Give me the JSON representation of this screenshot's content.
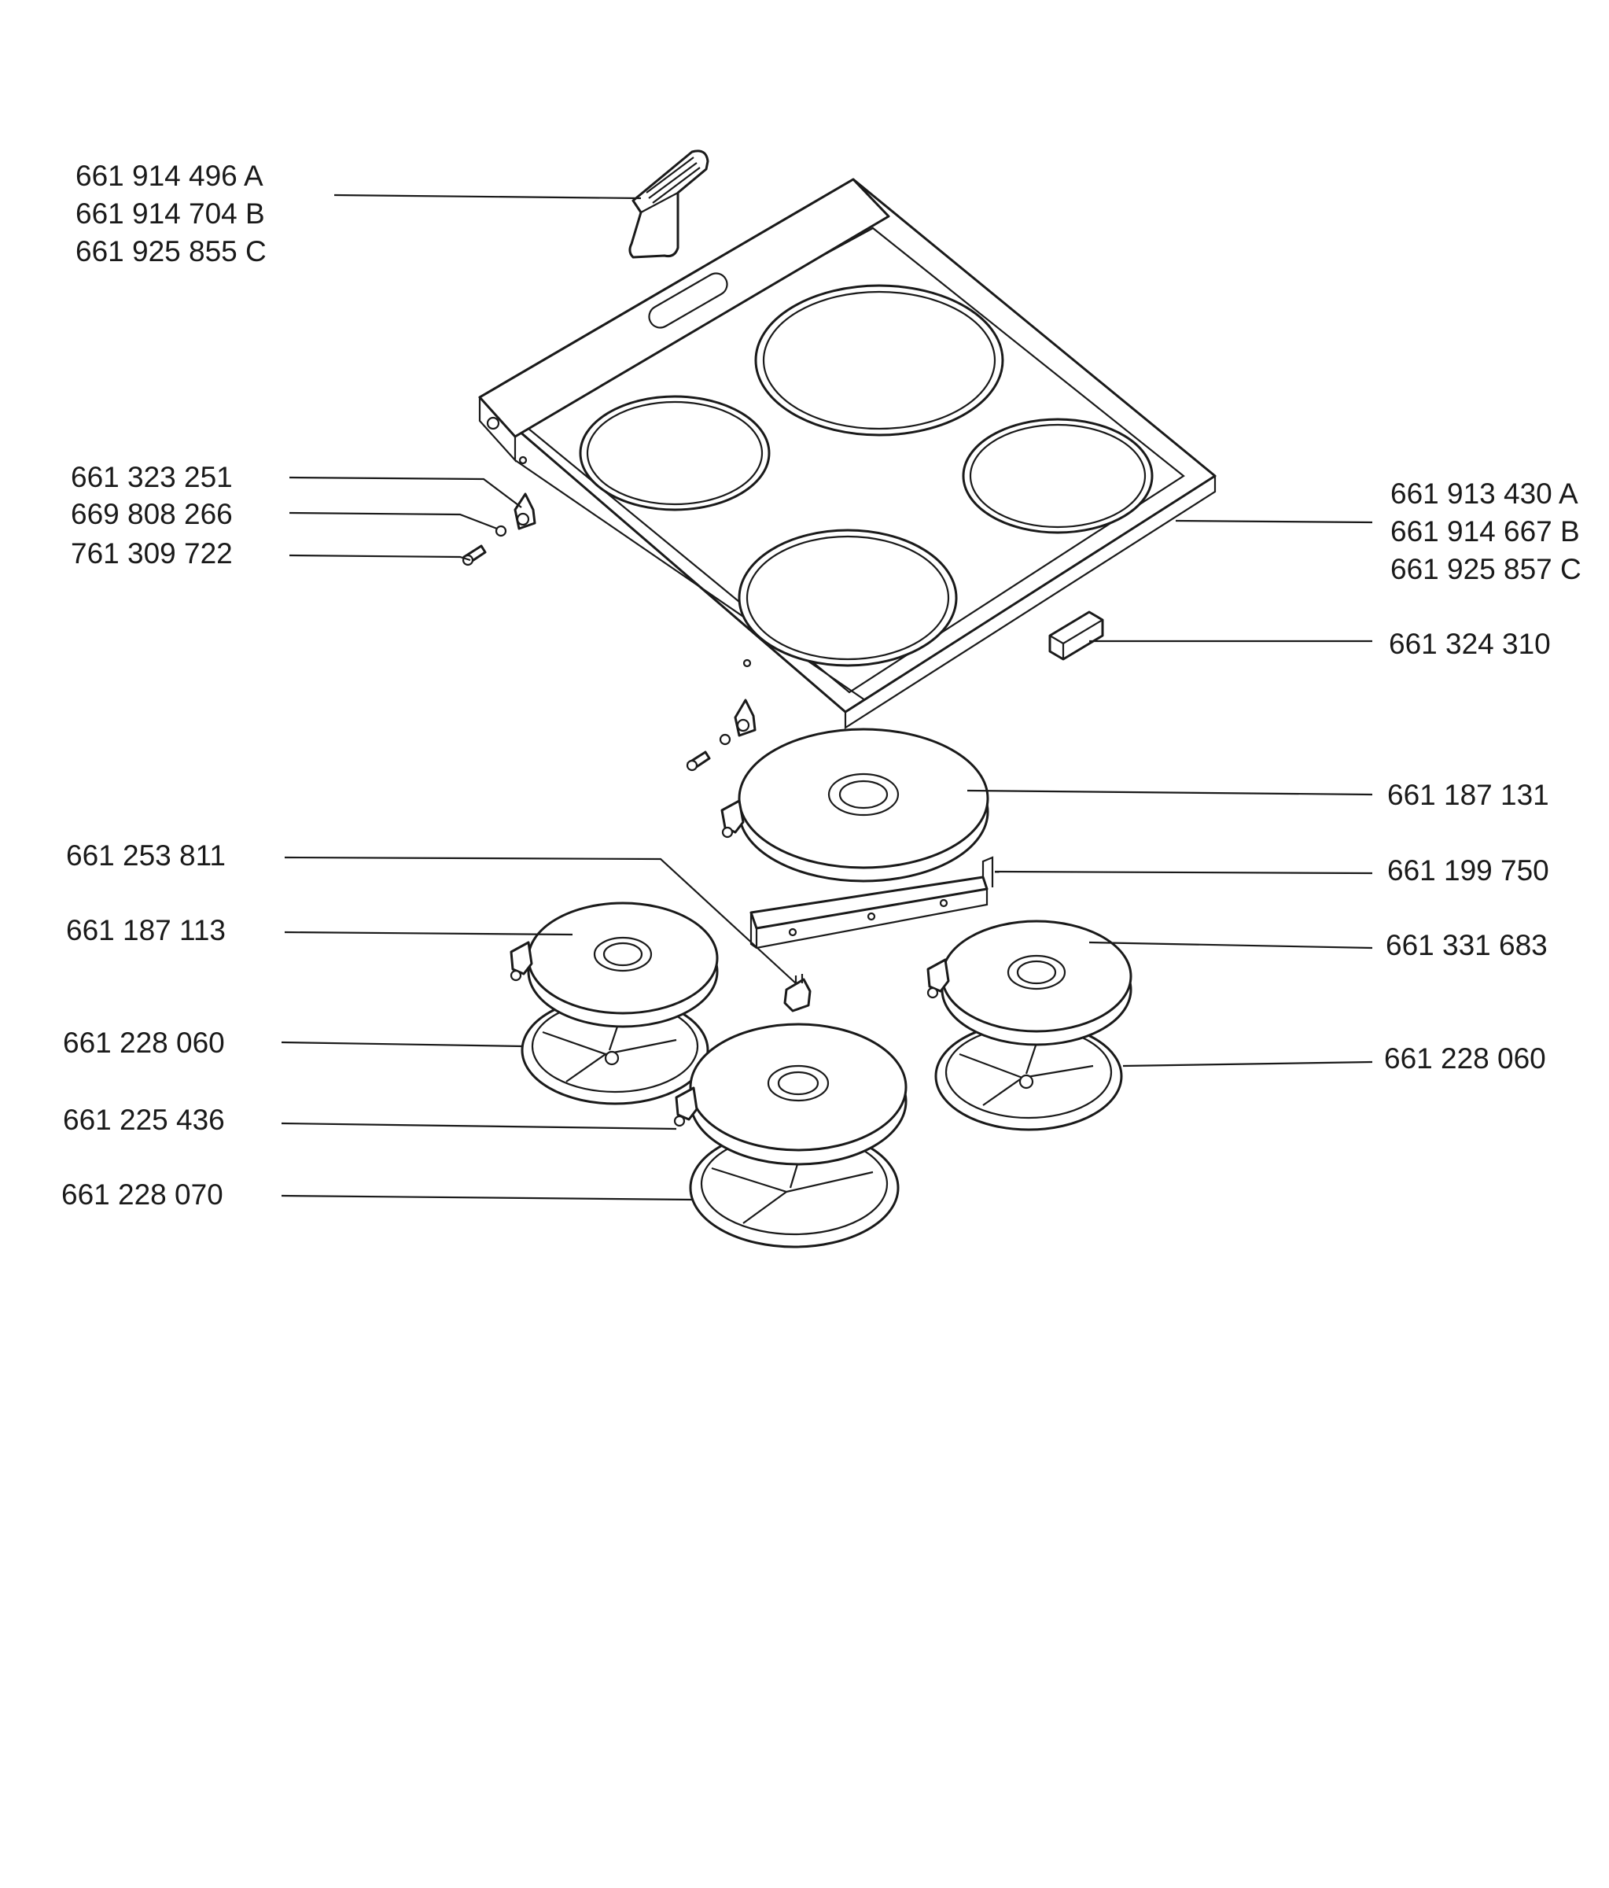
{
  "labels": {
    "knob_handle": [
      "661 914 496 A",
      "661 914 704 B",
      "661 925 855 C"
    ],
    "bracket": "661 323 251",
    "washer": "669 808 266",
    "screw": "761 309 722",
    "hob_top": [
      "661 913 430 A",
      "661 914 667 B",
      "661 925 857 C"
    ],
    "clip": "661 324 310",
    "large_hotplate": "661 187 131",
    "support_rail": "661 199 750",
    "terminal": "661 253 811",
    "small_hotplate_left": "661 187 113",
    "ring_left": "661 228 060",
    "front_hotplate": "661 225 436",
    "ring_front": "661 228 070",
    "right_hotplate": "661 331 683",
    "ring_right": "661 228 060"
  }
}
